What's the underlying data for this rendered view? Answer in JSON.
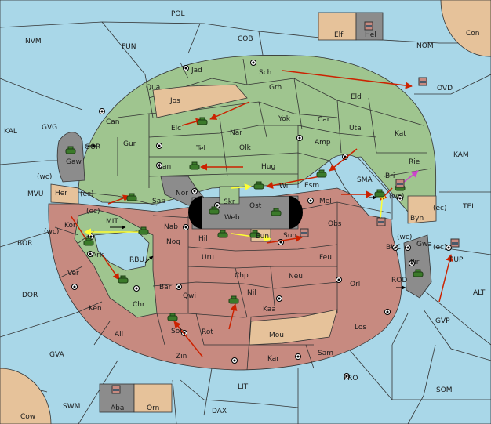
{
  "title": "",
  "colors": {
    "sea": "#a9d7e8",
    "green_power": "#9fc58f",
    "red_power": "#c78a80",
    "neutral": "#e6c29a",
    "impassable": "#8c8c8c",
    "move_order": "#cc2200",
    "support_order": "#ffff33",
    "convoy_order": "#cc44cc"
  },
  "seas": {
    "POL": "POL",
    "NVM": "NVM",
    "FUN": "FUN",
    "COB": "COB",
    "NOM": "NOM",
    "OVD": "OVD",
    "KAL": "KAL",
    "GVG": "GVG",
    "KAM": "KAM",
    "GOR": "GOR",
    "MVU": "MVU",
    "TEI": "TEI",
    "BOR": "BOR",
    "MIT": "MIT",
    "SMA": "SMA",
    "BUC": "BUC",
    "RBU": "RBU",
    "ROD": "ROD",
    "DOR": "DOR",
    "ALT": "ALT",
    "GVP": "GVP",
    "GVA": "GVA",
    "FRO": "FRO",
    "SOM": "SOM",
    "LIT": "LIT",
    "SWM": "SWM",
    "DAX": "DAX"
  },
  "corners": {
    "Con": "Con",
    "Cow": "Cow",
    "Elf": "Elf",
    "Hel": "Hel",
    "Aba": "Aba",
    "Orn": "Orn"
  },
  "land": {
    "Jad": "Jad",
    "Sch": "Sch",
    "Qua": "Qua",
    "Jos": "Jos",
    "Grh": "Grh",
    "Eld": "Eld",
    "Can": "Can",
    "Elc": "Elc",
    "Nar": "Nar",
    "Yok": "Yok",
    "Car": "Car",
    "Uta": "Uta",
    "Kat": "Kat",
    "Gaw": "Gaw",
    "Tel": "Tel",
    "Olk": "Olk",
    "Amp": "Amp",
    "Gur": "Gur",
    "Lan": "Lan",
    "Hug": "Hug",
    "Bri": "Bri",
    "Rie": "Rie",
    "Her": "Her",
    "Nor": "Nor",
    "Skr": "Skr",
    "Wil": "Wil",
    "Esm": "Esm",
    "Sap": "Sap",
    "Web": "Web",
    "Ost": "Ost",
    "Mel": "Mel",
    "Byn": "Byn",
    "Kor": "Kor",
    "Nab": "Nab",
    "Obs": "Obs",
    "Ark": "Ark",
    "Nog": "Nog",
    "Hil": "Hil",
    "Eun": "Eun",
    "Sun": "Sun",
    "Gwa": "Gwa",
    "Uru": "Uru",
    "Feu": "Feu",
    "Pir": "Pir",
    "Ver": "Ver",
    "Chp": "Chp",
    "Neu": "Neu",
    "Bar": "Bar",
    "Qwi": "Qwi",
    "Nil": "Nil",
    "Orl": "Orl",
    "Ken": "Ken",
    "Chr": "Chr",
    "Kaa": "Kaa",
    "Ail": "Ail",
    "Sot": "Sot",
    "Rot": "Rot",
    "Mou": "Mou",
    "Los": "Los",
    "Zin": "Zin",
    "Kar": "Kar",
    "Sam": "Sam",
    "Pup": "PUP"
  },
  "coast_tags": {
    "wc_her": "(wc)",
    "ec_her": "(ec)",
    "ec_kor": "(ec)",
    "wc_kor": "(wc)",
    "wc_bri": "(wc)",
    "ec_byn": "(ec)",
    "wc_gwa": "(wc)",
    "ec_gwa": "(ec)"
  },
  "units_count": 22,
  "arrows_note": ""
}
